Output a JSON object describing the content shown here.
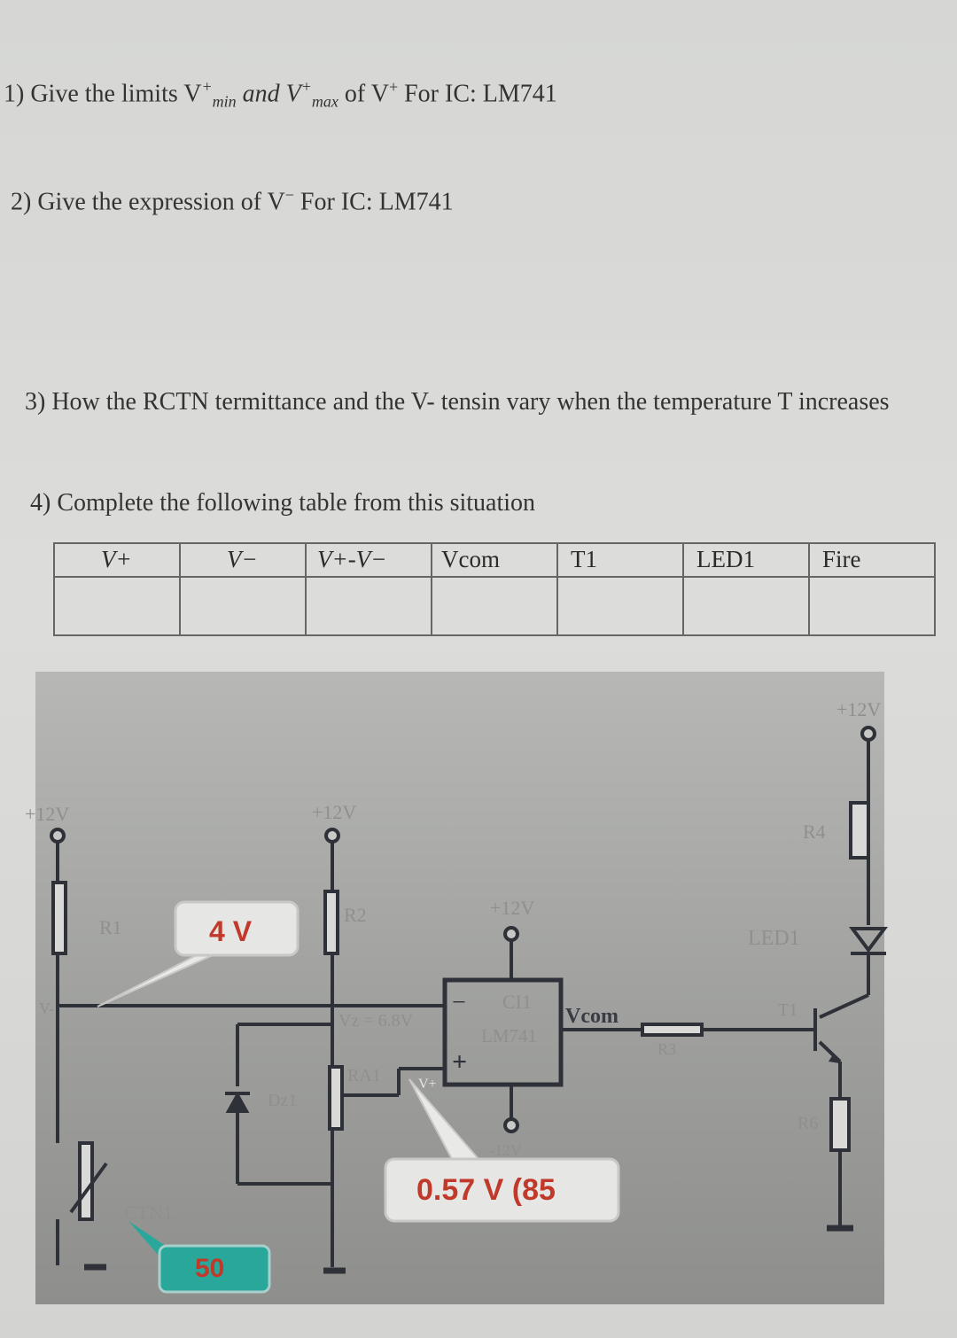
{
  "questions": {
    "q1": {
      "number": "1)",
      "text_a": "Give the limits V",
      "sup1": "+",
      "sub1": "min",
      "and": " and V",
      "sup2": "+",
      "sub2": "max",
      "text_b": " of V",
      "sup3": "+",
      "text_c": " For IC: LM741"
    },
    "q2": {
      "number": "2)",
      "text_a": "Give the expression of V",
      "sup1": "−",
      "text_b": " For IC: LM741"
    },
    "q3": {
      "number": "3)",
      "text": "How the RCTN termittance and the V- tensin vary when the temperature T increases"
    },
    "q4": {
      "number": "4)",
      "text": "Complete the following table from this situation"
    }
  },
  "table": {
    "headers": [
      "V+",
      "V−",
      "V+-V−",
      "Vcom",
      "T1",
      "LED1",
      "Fire"
    ],
    "row": [
      "",
      "",
      "",
      "",
      "",
      "",
      ""
    ]
  },
  "circuit": {
    "supply_left": "+12V",
    "supply_mid": "+12V",
    "supply_op": "+12V",
    "supply_right": "+12V",
    "supply_neg": "-12V",
    "r1": "R1",
    "r2": "R2",
    "r3": "R3",
    "r4": "R4",
    "r6": "R6",
    "ra1": "RA1",
    "ctn": "CTN1",
    "dz": "Dz1",
    "vz": "Vz = 6.8V",
    "ci": "CI1",
    "ic": "LM741",
    "vcom": "Vcom",
    "t1": "T1",
    "led": "LED1",
    "vminus": "V-",
    "vplus": "V+",
    "op_minus": "−",
    "op_plus": "+",
    "callout_vminus": "4 V",
    "callout_vplus": "0.57 V (85",
    "callout_ctn": "50"
  },
  "colors": {
    "callout_text": "#c0392b",
    "ctn_callout_fill": "#2aa79b"
  }
}
